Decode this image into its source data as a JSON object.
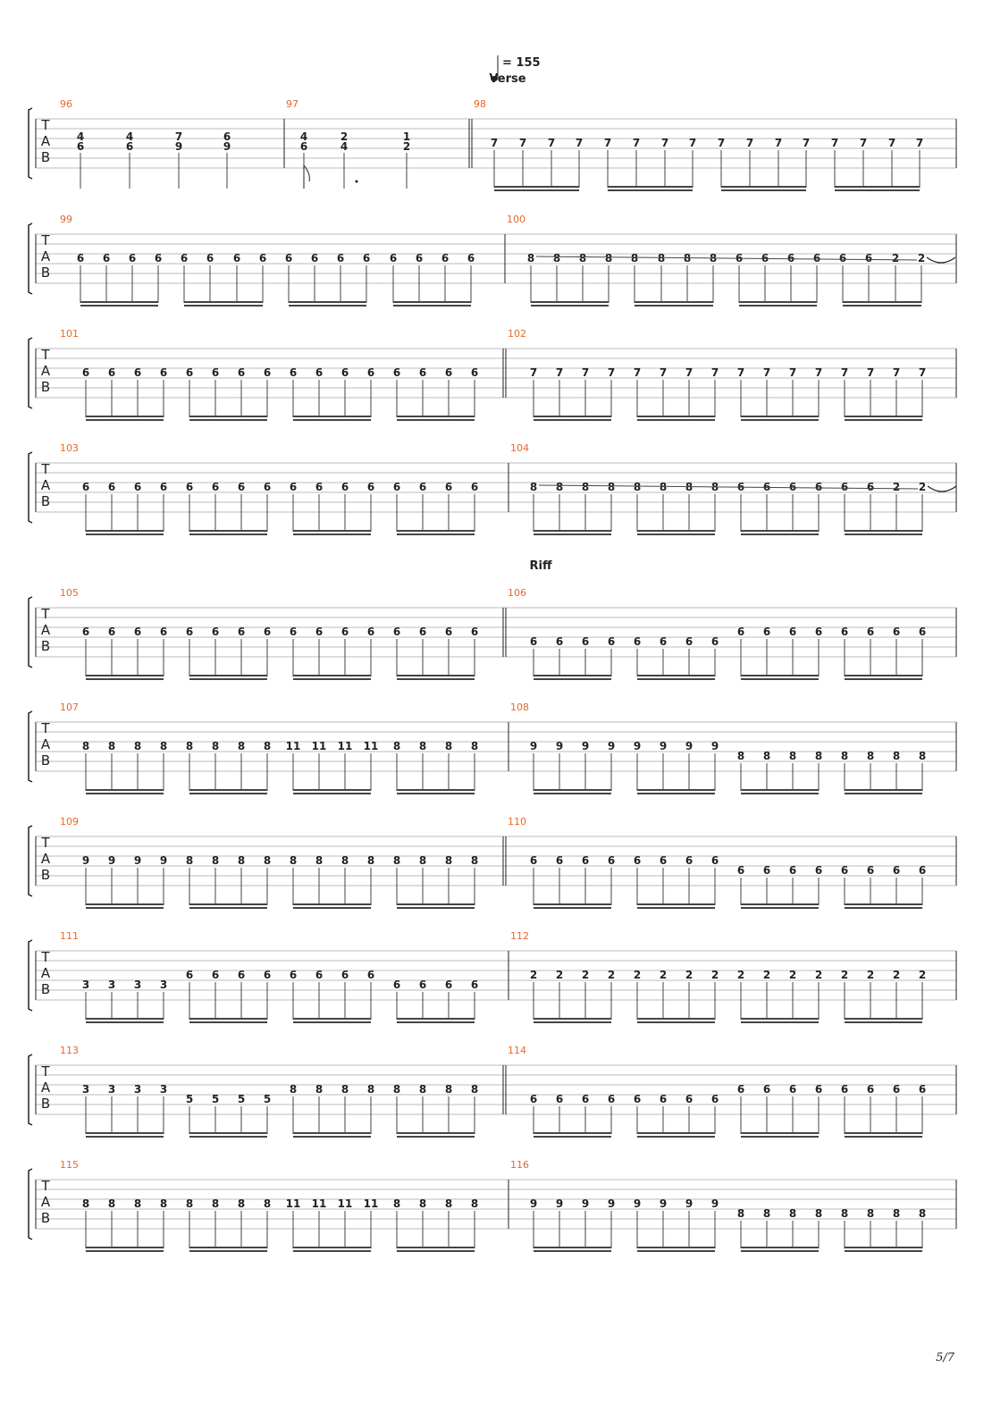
{
  "tempo": {
    "value": "155",
    "prefix": "= "
  },
  "tab_clef": [
    "T",
    "A",
    "B"
  ],
  "page_number": "5/7",
  "sections": [
    {
      "label": "Verse",
      "bar": "96"
    },
    {
      "label": "Riff",
      "bar": "105"
    }
  ],
  "bars": [
    {
      "number": "96",
      "notes": [
        [
          "4",
          "6"
        ],
        [
          "4",
          "6"
        ],
        [
          "7",
          "9"
        ],
        [
          "6",
          "9"
        ]
      ]
    },
    {
      "number": "97",
      "notes": [
        [
          "4",
          "6"
        ],
        [
          "2",
          "4"
        ],
        [
          "1",
          "2"
        ]
      ]
    },
    {
      "number": "98",
      "notes": [
        "7",
        "7",
        "7",
        "7",
        "7",
        "7",
        "7",
        "7",
        "7",
        "7",
        "7",
        "7",
        "7",
        "7",
        "7",
        "7"
      ]
    },
    {
      "number": "99",
      "notes": [
        "6",
        "6",
        "6",
        "6",
        "6",
        "6",
        "6",
        "6",
        "6",
        "6",
        "6",
        "6",
        "6",
        "6",
        "6",
        "6"
      ]
    },
    {
      "number": "100",
      "notes": [
        "8",
        "8",
        "8",
        "8",
        "8",
        "8",
        "8",
        "8",
        "6",
        "6",
        "6",
        "6",
        "6",
        "6",
        "2",
        "2"
      ]
    },
    {
      "number": "101",
      "notes": [
        "6",
        "6",
        "6",
        "6",
        "6",
        "6",
        "6",
        "6",
        "6",
        "6",
        "6",
        "6",
        "6",
        "6",
        "6",
        "6"
      ]
    },
    {
      "number": "102",
      "notes": [
        "7",
        "7",
        "7",
        "7",
        "7",
        "7",
        "7",
        "7",
        "7",
        "7",
        "7",
        "7",
        "7",
        "7",
        "7",
        "7"
      ]
    },
    {
      "number": "103",
      "notes": [
        "6",
        "6",
        "6",
        "6",
        "6",
        "6",
        "6",
        "6",
        "6",
        "6",
        "6",
        "6",
        "6",
        "6",
        "6",
        "6"
      ]
    },
    {
      "number": "104",
      "notes": [
        "8",
        "8",
        "8",
        "8",
        "8",
        "8",
        "8",
        "8",
        "6",
        "6",
        "6",
        "6",
        "6",
        "6",
        "2",
        "2"
      ]
    },
    {
      "number": "105",
      "notes": [
        "6",
        "6",
        "6",
        "6",
        "6",
        "6",
        "6",
        "6",
        "6",
        "6",
        "6",
        "6",
        "6",
        "6",
        "6",
        "6"
      ]
    },
    {
      "number": "106",
      "notes": [
        "6",
        "6",
        "6",
        "6",
        "6",
        "6",
        "6",
        "6",
        "6",
        "6",
        "6",
        "6",
        "6",
        "6",
        "6",
        "6"
      ]
    },
    {
      "number": "107",
      "notes": [
        "8",
        "8",
        "8",
        "8",
        "8",
        "8",
        "8",
        "8",
        "11",
        "11",
        "11",
        "11",
        "8",
        "8",
        "8",
        "8"
      ]
    },
    {
      "number": "108",
      "notes": [
        "9",
        "9",
        "9",
        "9",
        "9",
        "9",
        "9",
        "9",
        "8",
        "8",
        "8",
        "8",
        "8",
        "8",
        "8",
        "8"
      ]
    },
    {
      "number": "109",
      "notes": [
        "9",
        "9",
        "9",
        "9",
        "8",
        "8",
        "8",
        "8",
        "8",
        "8",
        "8",
        "8",
        "8",
        "8",
        "8",
        "8"
      ]
    },
    {
      "number": "110",
      "notes": [
        "6",
        "6",
        "6",
        "6",
        "6",
        "6",
        "6",
        "6",
        "6",
        "6",
        "6",
        "6",
        "6",
        "6",
        "6",
        "6"
      ]
    },
    {
      "number": "111",
      "notes": [
        "3",
        "3",
        "3",
        "3",
        "6",
        "6",
        "6",
        "6",
        "6",
        "6",
        "6",
        "6",
        "6",
        "6",
        "6",
        "6"
      ]
    },
    {
      "number": "112",
      "notes": [
        "2",
        "2",
        "2",
        "2",
        "2",
        "2",
        "2",
        "2",
        "2",
        "2",
        "2",
        "2",
        "2",
        "2",
        "2",
        "2"
      ]
    },
    {
      "number": "113",
      "notes": [
        "3",
        "3",
        "3",
        "3",
        "5",
        "5",
        "5",
        "5",
        "8",
        "8",
        "8",
        "8",
        "8",
        "8",
        "8",
        "8"
      ]
    },
    {
      "number": "114",
      "notes": [
        "6",
        "6",
        "6",
        "6",
        "6",
        "6",
        "6",
        "6",
        "6",
        "6",
        "6",
        "6",
        "6",
        "6",
        "6",
        "6"
      ]
    },
    {
      "number": "115",
      "notes": [
        "8",
        "8",
        "8",
        "8",
        "8",
        "8",
        "8",
        "8",
        "11",
        "11",
        "11",
        "11",
        "8",
        "8",
        "8",
        "8"
      ]
    },
    {
      "number": "116",
      "notes": [
        "9",
        "9",
        "9",
        "9",
        "9",
        "9",
        "9",
        "9",
        "8",
        "8",
        "8",
        "8",
        "8",
        "8",
        "8",
        "8"
      ]
    }
  ]
}
